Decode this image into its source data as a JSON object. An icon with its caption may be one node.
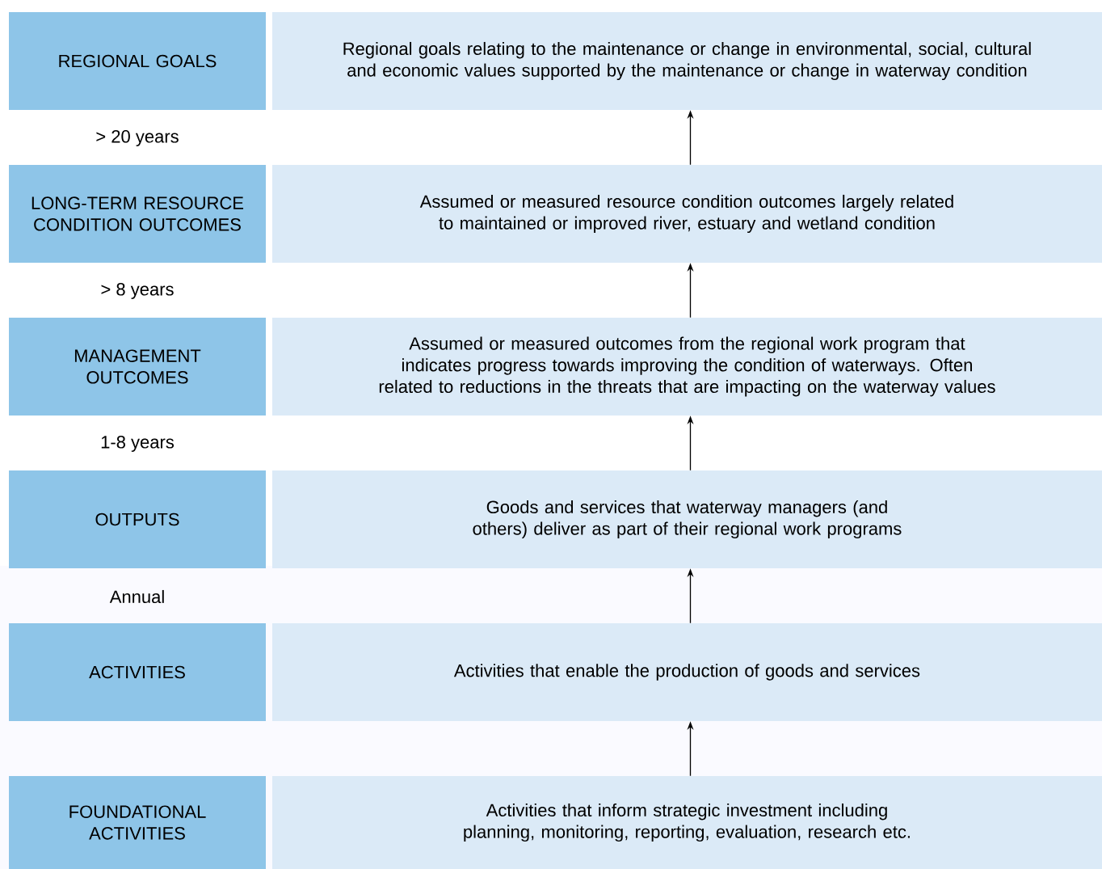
{
  "diagram": {
    "nodes": [
      {
        "text": [
          "REGIONAL GOALS"
        ]
      },
      {
        "text": [
          "Regional goals relating to the maintenance or change in environmental, social, cultural and economic values supported by the maintenance or change in waterway condition"
        ]
      },
      {
        "text": [
          "LONG-TERM RESOURCE CONDITION OUTCOMES"
        ]
      },
      {
        "text": [
          "Assumed or measured resource condition outcomes largely related to maintained or improved river, estuary and wetland condition"
        ]
      },
      {
        "text": [
          "MANAGEMENT OUTCOMES"
        ]
      },
      {
        "text": [
          "Assumed or measured outcomes from the regional work program that indicates progress towards improving the condition of waterways. Often related to reductions in the threats that are impacting on the waterway values"
        ]
      },
      {
        "text": [
          "OUTPUTS"
        ]
      },
      {
        "text": [
          "Goods and services that waterway managers (and others) deliver as part of their regional work programs"
        ]
      },
      {
        "text": [
          "ACTIVITIES"
        ]
      },
      {
        "text": [
          "Activities that enable the production of goods and services"
        ]
      },
      {
        "text": [
          "FOUNDATIONAL ACTIVITIES"
        ]
      },
      {
        "text": [
          "Activities that inform strategic investment including planning, monitoring, reporting, evaluation, research etc."
        ]
      }
    ],
    "edges": [
      {
        "from": 3,
        "to": 1,
        "arrow": "to"
      },
      {
        "from": 5,
        "to": 3,
        "arrow": "to"
      },
      {
        "from": 7,
        "to": 5,
        "arrow": "to"
      },
      {
        "from": 9,
        "to": 7,
        "arrow": "to"
      },
      {
        "from": 11,
        "to": 9,
        "arrow": "to"
      }
    ],
    "labels": [
      "> 20 years",
      "> 8 years",
      "1-8 years",
      "Annual"
    ]
  }
}
